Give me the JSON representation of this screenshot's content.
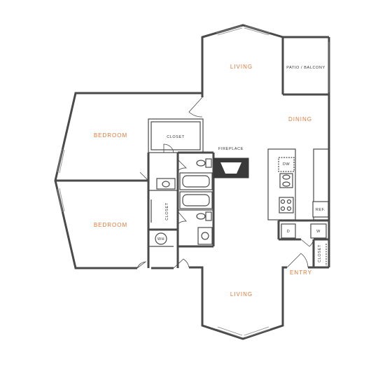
{
  "rooms": {
    "living_top": "LIVING",
    "living_bottom": "LIVING",
    "dining": "DINING",
    "bedroom_upper": "BEDROOM",
    "bedroom_lower": "BEDROOM",
    "entry": "ENTRY"
  },
  "labels": {
    "patio": "PATIO / BALCONY",
    "closet_upper": "CLOSET",
    "closet_middle": "CLOSET",
    "closet_entry": "CLOSET",
    "fireplace": "FIREPLACE",
    "dishwasher": "DW",
    "refrigerator": "REF.",
    "dryer": "D",
    "washer": "W",
    "water_heater": "WH"
  },
  "colors": {
    "room_label": "#e07a3a",
    "wall": "#4a4a4a",
    "fireplace": "#3a3a3a"
  }
}
